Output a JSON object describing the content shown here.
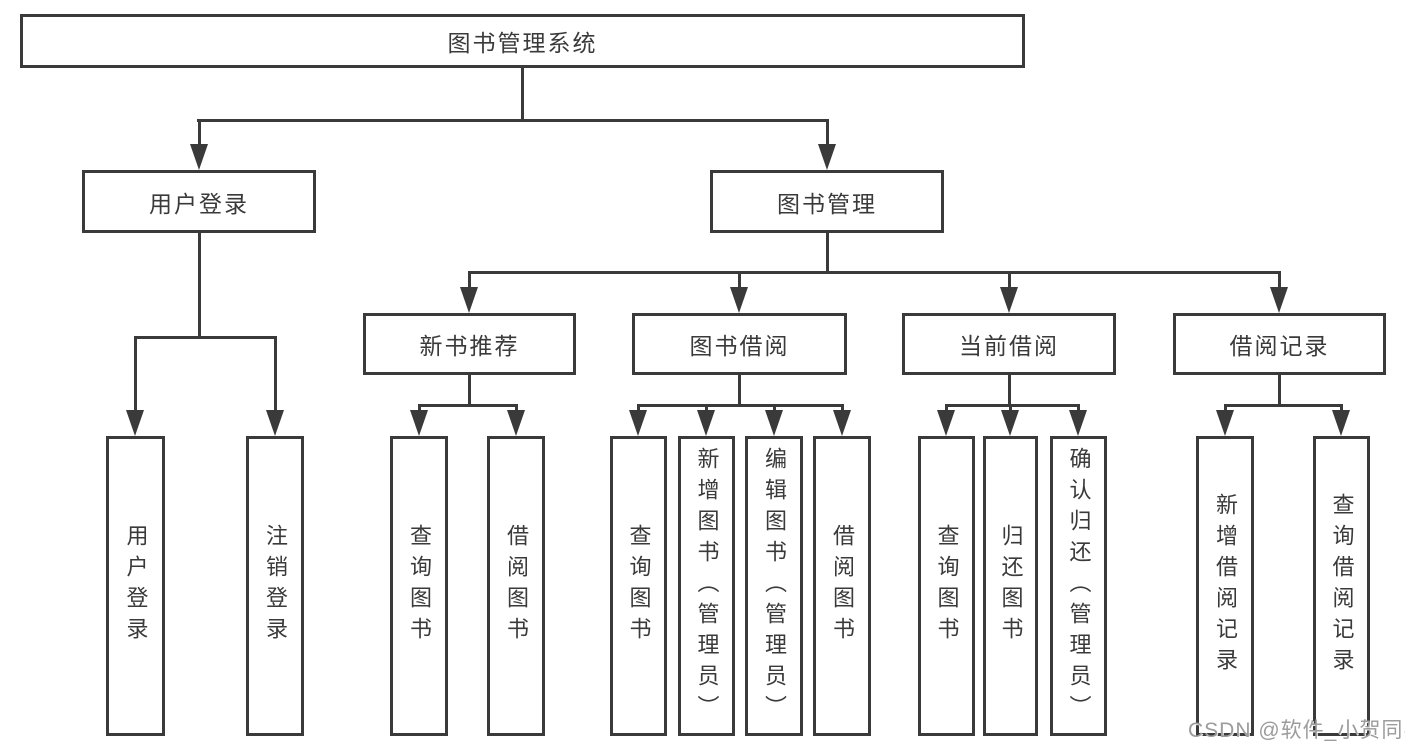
{
  "diagram_title": "图书管理系统",
  "colors": {
    "line": "#3a3a3a",
    "text": "#3a3a3a",
    "background": "#ffffff",
    "watermark": "#9c9c9c"
  },
  "watermark": {
    "text": "CSDN @软件_小贺同学"
  },
  "tree": {
    "label": "图书管理系统",
    "children": [
      {
        "label": "用户登录",
        "children": [
          {
            "label": "用户登录"
          },
          {
            "label": "注销登录"
          }
        ]
      },
      {
        "label": "图书管理",
        "children": [
          {
            "label": "新书推荐",
            "children": [
              {
                "label": "查询图书"
              },
              {
                "label": "借阅图书"
              }
            ]
          },
          {
            "label": "图书借阅",
            "children": [
              {
                "label": "查询图书"
              },
              {
                "label": "新增图书（管理员）"
              },
              {
                "label": "编辑图书（管理员）"
              },
              {
                "label": "借阅图书"
              }
            ]
          },
          {
            "label": "当前借阅",
            "children": [
              {
                "label": "查询图书"
              },
              {
                "label": "归还图书"
              },
              {
                "label": "确认归还（管理员）"
              }
            ]
          },
          {
            "label": "借阅记录",
            "children": [
              {
                "label": "新增借阅记录"
              },
              {
                "label": "查询借阅记录"
              }
            ]
          }
        ]
      }
    ]
  }
}
